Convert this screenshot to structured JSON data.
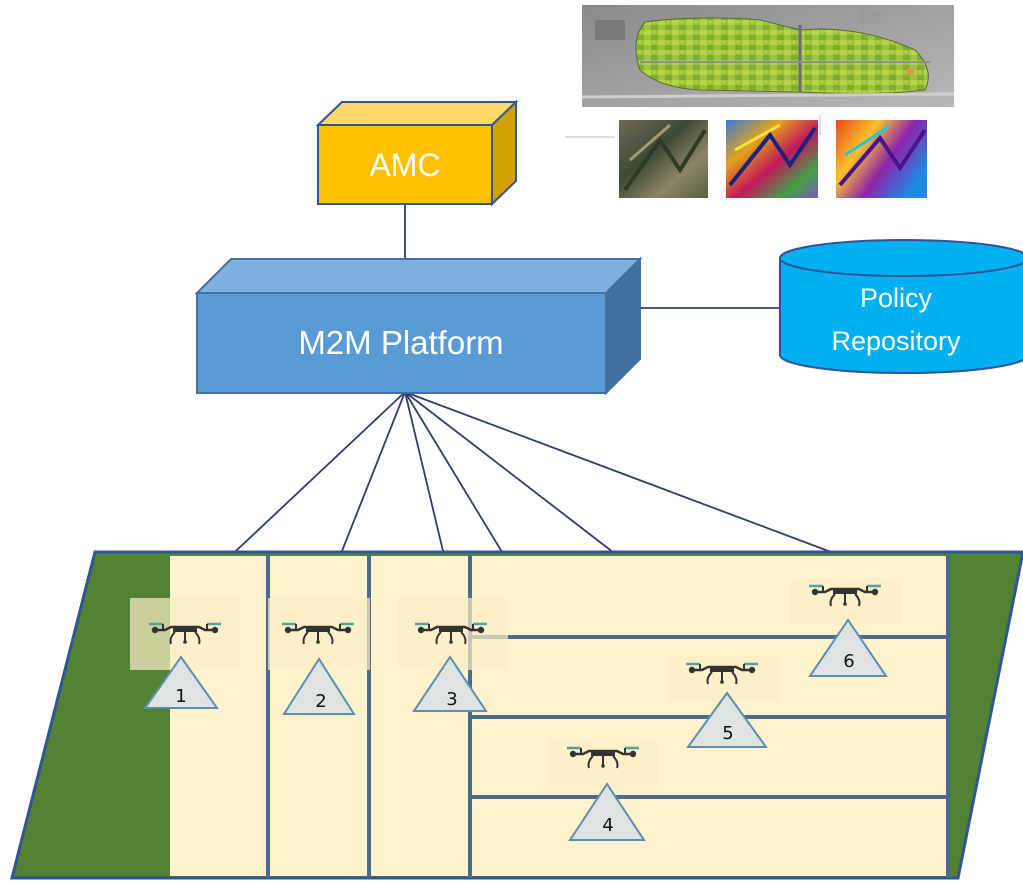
{
  "nodes": {
    "amc": {
      "label": "AMC"
    },
    "platform": {
      "label": "M2M Platform"
    },
    "repository": {
      "line1": "Policy",
      "line2": "Repository"
    }
  },
  "drones": [
    {
      "id": "1"
    },
    {
      "id": "2"
    },
    {
      "id": "3"
    },
    {
      "id": "4"
    },
    {
      "id": "5"
    },
    {
      "id": "6"
    }
  ],
  "colors": {
    "amc_front": "#FFC000",
    "amc_top": "#FFD966",
    "amc_side": "#D4A000",
    "platform_front": "#5B9BD5",
    "platform_top": "#7EB1E0",
    "platform_side": "#41719C",
    "repository": "#00B0F0",
    "field_green": "#548235",
    "field_plot": "#FFF2CC",
    "line": "#2F3F6B",
    "triangle_fill": "#DEE3E3",
    "triangle_stroke": "#5B8FB0"
  },
  "images": {
    "aerial_map": "aerial-field-map",
    "thumbnails": [
      "terrain-photo",
      "ndvi-map",
      "multispectral-map"
    ]
  }
}
